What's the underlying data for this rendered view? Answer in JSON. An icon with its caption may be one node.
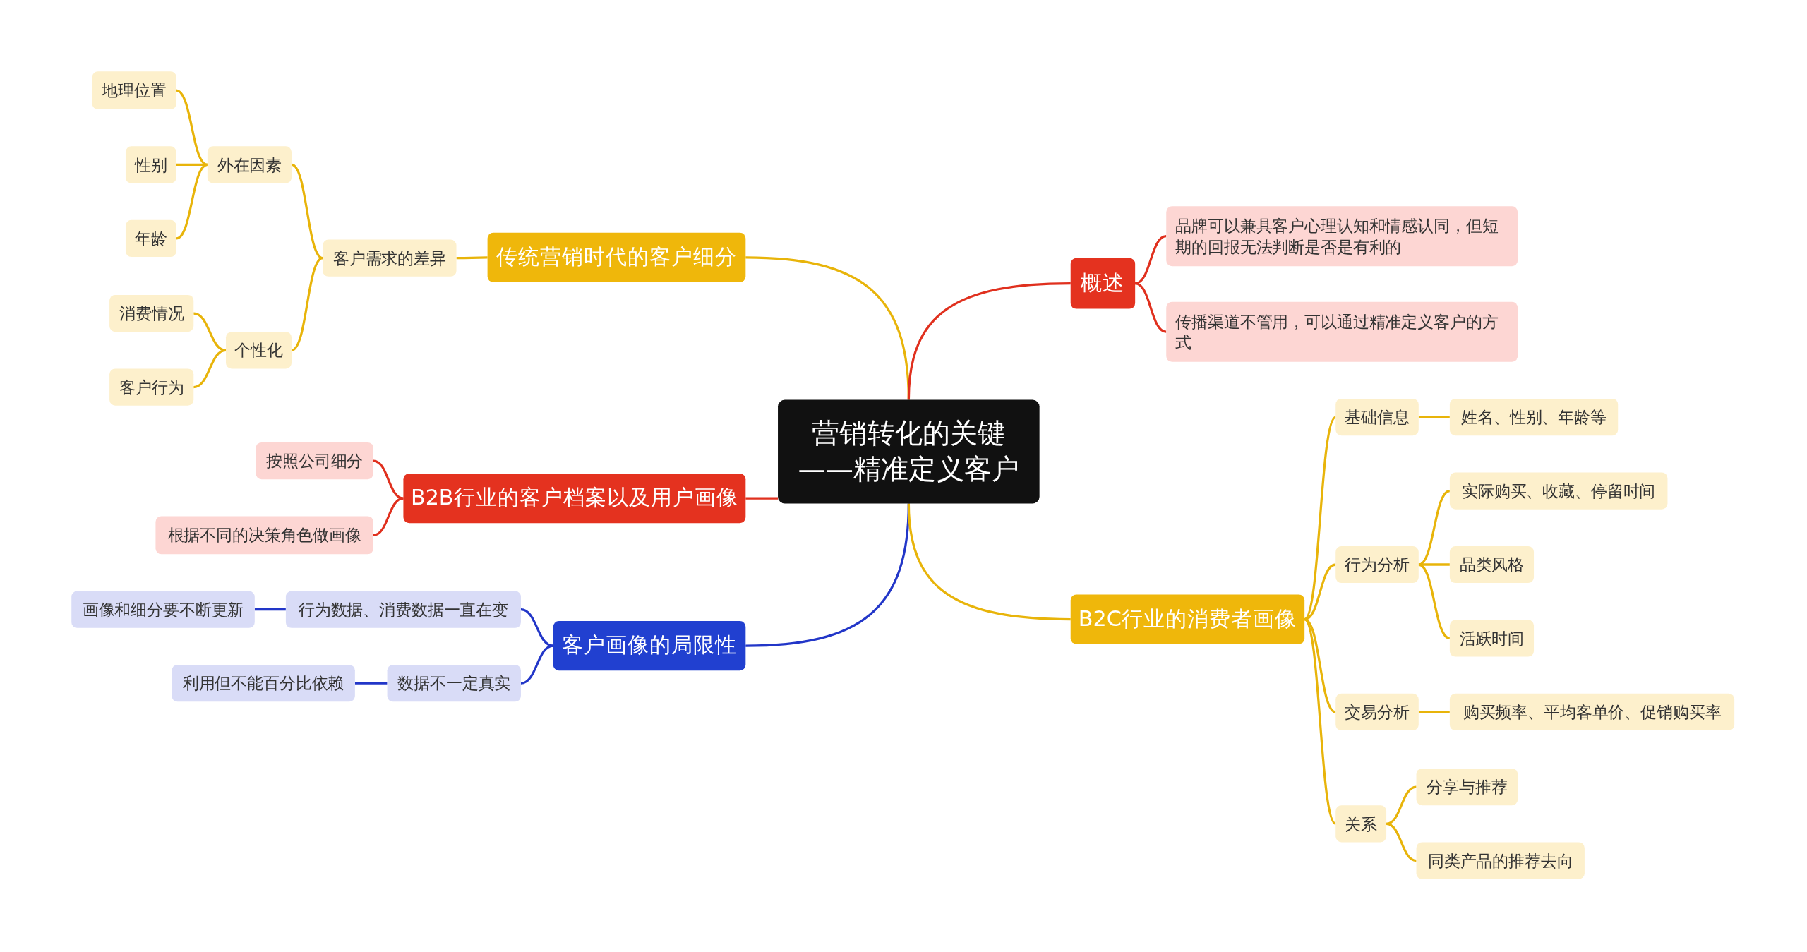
{
  "diagram": {
    "nodes": [
      {
        "text": [
          "营销转化的关键——精准定义客户"
        ]
      },
      {
        "text": [
          "传统营销时代的客户细分"
        ]
      },
      {
        "text": [
          "客户需求的差异"
        ]
      },
      {
        "text": [
          "外在因素"
        ]
      },
      {
        "text": [
          "地理位置"
        ]
      },
      {
        "text": [
          "性别"
        ]
      },
      {
        "text": [
          "年龄"
        ]
      },
      {
        "text": [
          "个性化"
        ]
      },
      {
        "text": [
          "消费情况"
        ]
      },
      {
        "text": [
          "客户行为"
        ]
      },
      {
        "text": [
          "B2B行业的客户档案以及用户画像"
        ]
      },
      {
        "text": [
          "按照公司细分"
        ]
      },
      {
        "text": [
          "根据不同的决策角色做画像"
        ]
      },
      {
        "text": [
          "客户画像的局限性"
        ]
      },
      {
        "text": [
          "行为数据、消费数据一直在变"
        ]
      },
      {
        "text": [
          "画像和细分要不断更新"
        ]
      },
      {
        "text": [
          "数据不一定真实"
        ]
      },
      {
        "text": [
          "利用但不能百分比依赖"
        ]
      },
      {
        "text": [
          "概述"
        ]
      },
      {
        "text": [
          "品牌可以兼具客户心理认知和情感认同，但短期的回报无法判断是否是有利的"
        ]
      },
      {
        "text": [
          "传播渠道不管用，可以通过精准定义客户的方式"
        ]
      },
      {
        "text": [
          "B2C行业的消费者画像"
        ]
      },
      {
        "text": [
          "基础信息"
        ]
      },
      {
        "text": [
          "姓名、性别、年龄等"
        ]
      },
      {
        "text": [
          "行为分析"
        ]
      },
      {
        "text": [
          "实际购买、收藏、停留时间"
        ]
      },
      {
        "text": [
          "品类风格"
        ]
      },
      {
        "text": [
          "活跃时间"
        ]
      },
      {
        "text": [
          "交易分析"
        ]
      },
      {
        "text": [
          "购买频率、平均客单价、促销购买率"
        ]
      },
      {
        "text": [
          "关系"
        ]
      },
      {
        "text": [
          "分享与推荐"
        ]
      },
      {
        "text": [
          "同类产品的推荐去向"
        ]
      }
    ],
    "edges": [
      {
        "from": 0,
        "to": 1,
        "arrow": "none"
      },
      {
        "from": 1,
        "to": 2,
        "arrow": "none"
      },
      {
        "from": 2,
        "to": 3,
        "arrow": "none"
      },
      {
        "from": 3,
        "to": 4,
        "arrow": "none"
      },
      {
        "from": 3,
        "to": 5,
        "arrow": "none"
      },
      {
        "from": 3,
        "to": 6,
        "arrow": "none"
      },
      {
        "from": 2,
        "to": 7,
        "arrow": "none"
      },
      {
        "from": 7,
        "to": 8,
        "arrow": "none"
      },
      {
        "from": 7,
        "to": 9,
        "arrow": "none"
      },
      {
        "from": 0,
        "to": 10,
        "arrow": "none",
        "color": "#e0301e"
      },
      {
        "from": 10,
        "to": 11,
        "arrow": "none",
        "color": "#e0301e"
      },
      {
        "from": 10,
        "to": 12,
        "arrow": "none",
        "color": "#e0301e"
      },
      {
        "from": 0,
        "to": 13,
        "arrow": "none",
        "color": "#2236c8"
      },
      {
        "from": 13,
        "to": 14,
        "arrow": "none",
        "color": "#2236c8"
      },
      {
        "from": 14,
        "to": 15,
        "arrow": "none",
        "color": "#2236c8"
      },
      {
        "from": 13,
        "to": 16,
        "arrow": "none",
        "color": "#2236c8"
      },
      {
        "from": 16,
        "to": 17,
        "arrow": "none",
        "color": "#2236c8"
      },
      {
        "from": 0,
        "to": 18,
        "arrow": "none",
        "color": "#e0301e"
      },
      {
        "from": 18,
        "to": 19,
        "arrow": "none",
        "color": "#e0301e"
      },
      {
        "from": 18,
        "to": 20,
        "arrow": "none",
        "color": "#e0301e"
      },
      {
        "from": 0,
        "to": 21,
        "arrow": "none"
      },
      {
        "from": 21,
        "to": 22,
        "arrow": "none"
      },
      {
        "from": 22,
        "to": 23,
        "arrow": "none"
      },
      {
        "from": 21,
        "to": 24,
        "arrow": "none"
      },
      {
        "from": 24,
        "to": 25,
        "arrow": "none"
      },
      {
        "from": 24,
        "to": 26,
        "arrow": "none"
      },
      {
        "from": 24,
        "to": 27,
        "arrow": "none"
      },
      {
        "from": 21,
        "to": 28,
        "arrow": "none"
      },
      {
        "from": 28,
        "to": 29,
        "arrow": "none"
      },
      {
        "from": 21,
        "to": 30,
        "arrow": "none"
      },
      {
        "from": 30,
        "to": 31,
        "arrow": "none"
      },
      {
        "from": 30,
        "to": 32,
        "arrow": "none"
      }
    ]
  }
}
